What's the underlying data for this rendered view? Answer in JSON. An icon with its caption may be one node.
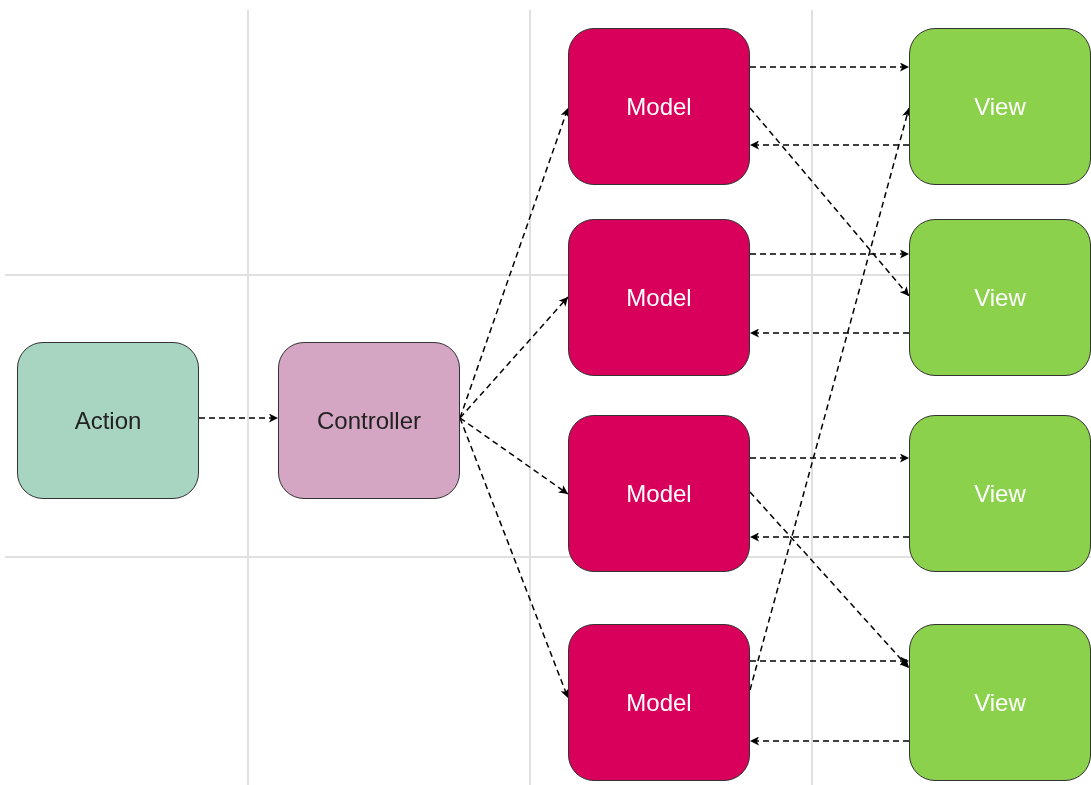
{
  "diagram": {
    "nodes": [
      {
        "text": [
          "Action"
        ]
      },
      {
        "text": [
          "Controller"
        ]
      },
      {
        "text": [
          "Model"
        ]
      },
      {
        "text": [
          "View"
        ]
      },
      {
        "text": [
          "Model"
        ]
      },
      {
        "text": [
          "View"
        ]
      },
      {
        "text": [
          "Model"
        ]
      },
      {
        "text": [
          "View"
        ]
      },
      {
        "text": [
          "Model"
        ]
      },
      {
        "text": [
          "View"
        ]
      }
    ],
    "edges": [
      {
        "from": 0,
        "to": 1,
        "arrow": "to",
        "style": "dashed"
      },
      {
        "from": 1,
        "to": 2,
        "arrow": "to",
        "style": "dashed"
      },
      {
        "from": 1,
        "to": 4,
        "arrow": "to",
        "style": "dashed"
      },
      {
        "from": 1,
        "to": 6,
        "arrow": "to",
        "style": "dashed"
      },
      {
        "from": 1,
        "to": 8,
        "arrow": "to",
        "style": "dashed"
      },
      {
        "from": 2,
        "to": 3,
        "arrow": "to",
        "style": "dashed"
      },
      {
        "from": 3,
        "to": 2,
        "arrow": "to",
        "style": "dashed"
      },
      {
        "from": 2,
        "to": 5,
        "arrow": "to",
        "style": "dashed"
      },
      {
        "from": 4,
        "to": 5,
        "arrow": "to",
        "style": "dashed"
      },
      {
        "from": 5,
        "to": 4,
        "arrow": "to",
        "style": "dashed"
      },
      {
        "from": 6,
        "to": 7,
        "arrow": "to",
        "style": "dashed"
      },
      {
        "from": 7,
        "to": 6,
        "arrow": "to",
        "style": "dashed"
      },
      {
        "from": 6,
        "to": 9,
        "arrow": "to",
        "style": "dashed"
      },
      {
        "from": 8,
        "to": 9,
        "arrow": "to",
        "style": "dashed"
      },
      {
        "from": 9,
        "to": 8,
        "arrow": "to",
        "style": "dashed"
      },
      {
        "from": 8,
        "to": 3,
        "arrow": "to",
        "style": "dashed"
      }
    ]
  }
}
